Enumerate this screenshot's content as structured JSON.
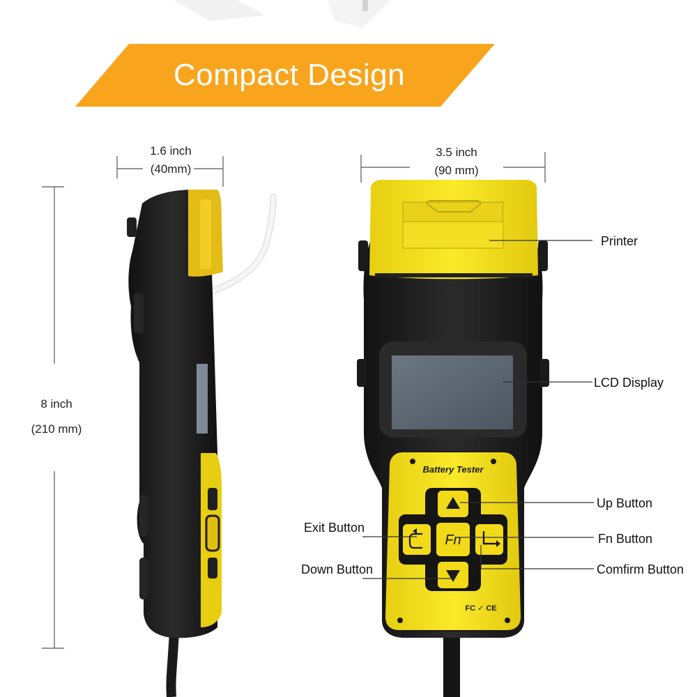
{
  "banner": {
    "title": "Compact Design"
  },
  "dimensions": {
    "side_width": {
      "value": "1.6 inch",
      "metric": "(40mm)"
    },
    "front_width": {
      "value": "3.5 inch",
      "metric": "(90 mm)"
    },
    "height": {
      "value": "8 inch",
      "metric": "(210 mm)"
    }
  },
  "device": {
    "label": "Battery Tester",
    "fn_key": "Fn",
    "cert_marks": "FC ✓ CE"
  },
  "callouts": {
    "printer": "Printer",
    "lcd": "LCD  Display",
    "up": "Up Button",
    "exit": "Exit Button",
    "fn": "Fn Button",
    "down": "Down Button",
    "confirm": "Comfirm Button"
  },
  "colors": {
    "banner": "#F8A51D",
    "device_yellow": "#F4E21C",
    "device_black": "#1E1E1E",
    "screen": "#5E6873"
  }
}
